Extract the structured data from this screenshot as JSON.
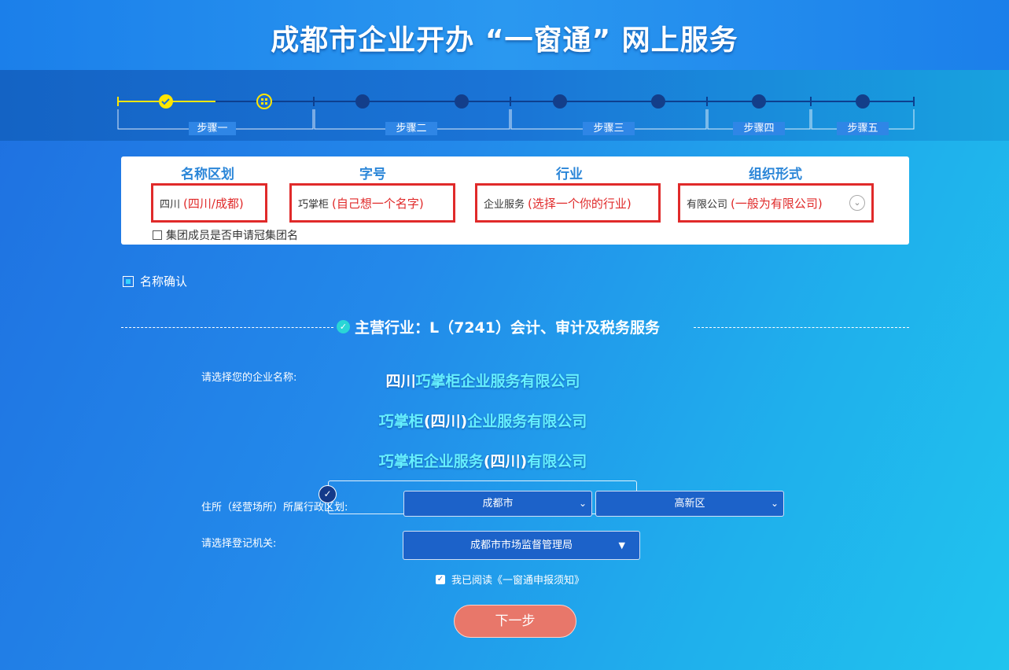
{
  "header": {
    "title": "成都市企业开办 “一窗通” 网上服务"
  },
  "steps": [
    "步骤一",
    "步骤二",
    "步骤三",
    "步骤四",
    "步骤五"
  ],
  "name_panel": {
    "columns": [
      {
        "title": "名称区划",
        "value": "四川",
        "hint": "(四川/成都)"
      },
      {
        "title": "字号",
        "value": "巧掌柜",
        "hint": "(自己想一个名字)"
      },
      {
        "title": "行业",
        "value": "企业服务",
        "hint": "(选择一个你的行业)"
      },
      {
        "title": "组织形式",
        "value": "有限公司",
        "hint": "(一般为有限公司)"
      }
    ],
    "group_checkbox": "集团成员是否申请冠集团名"
  },
  "name_confirm": "名称确认",
  "industry": "主营行业：L（7241）会计、审计及税务服务",
  "choose_name_label": "请选择您的企业名称:",
  "company_names": [
    {
      "white": "四川",
      "cyan": "巧掌柜企业服务有限公司"
    },
    {
      "cyan1": "巧掌柜",
      "white": "(四川)",
      "cyan2": "企业服务有限公司"
    },
    {
      "cyan1": "巧掌柜企业服务",
      "white": "(四川)",
      "cyan2": "有限公司"
    }
  ],
  "address_label": "住所（经营场所）所属行政区划:",
  "district_city": "成都市",
  "district_area": "高新区",
  "authority_label": "请选择登记机关:",
  "authority_value": "成都市市场监督管理局",
  "agree_text": "我已阅读《一窗通申报须知》",
  "next_button": "下一步",
  "colors": {
    "accent_red": "#e02a2a",
    "title_blue": "#2b86d8",
    "button": "#e8776a",
    "cyan_text": "#66f0ff"
  }
}
